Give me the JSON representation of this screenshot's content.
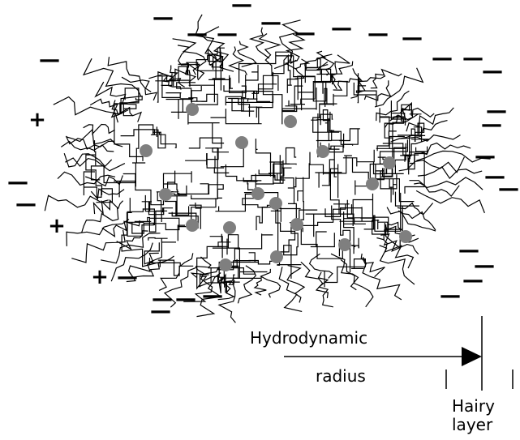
{
  "labels": {
    "hydrodynamic": "Hydrodynamic",
    "radius": "radius",
    "hairy": "Hairy",
    "layer": "layer"
  },
  "charges": {
    "negative": "—",
    "positive": "+"
  },
  "colors": {
    "ink": "#000000",
    "particle": "#7f7f7f"
  }
}
